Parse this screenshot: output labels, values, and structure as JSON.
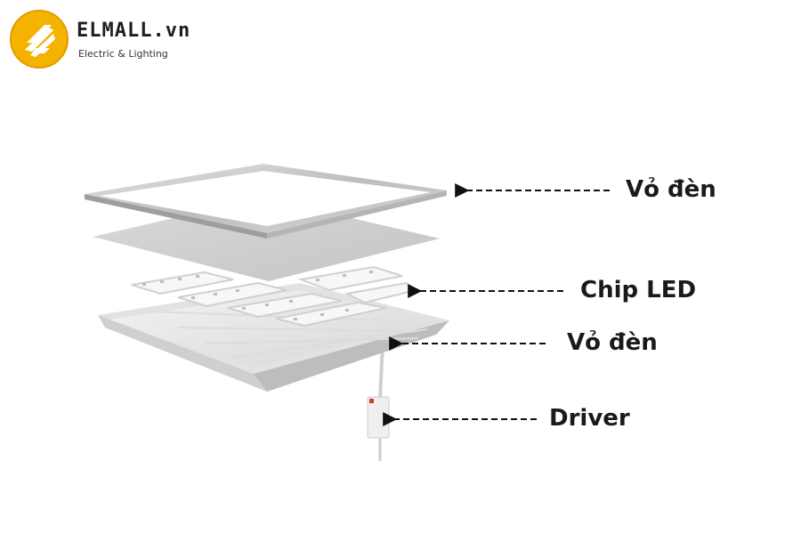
{
  "logo": {
    "brand": "ELMALL.vn",
    "tagline": "Electric & Lighting",
    "accent_color": "#F5B301",
    "icon": "lighting-bolt-icon"
  },
  "components": [
    {
      "id": "frame-top",
      "label": "Vỏ đèn"
    },
    {
      "id": "chip-led",
      "label": "Chip LED"
    },
    {
      "id": "housing-tray",
      "label": "Vỏ đèn"
    },
    {
      "id": "driver",
      "label": "Driver"
    }
  ]
}
